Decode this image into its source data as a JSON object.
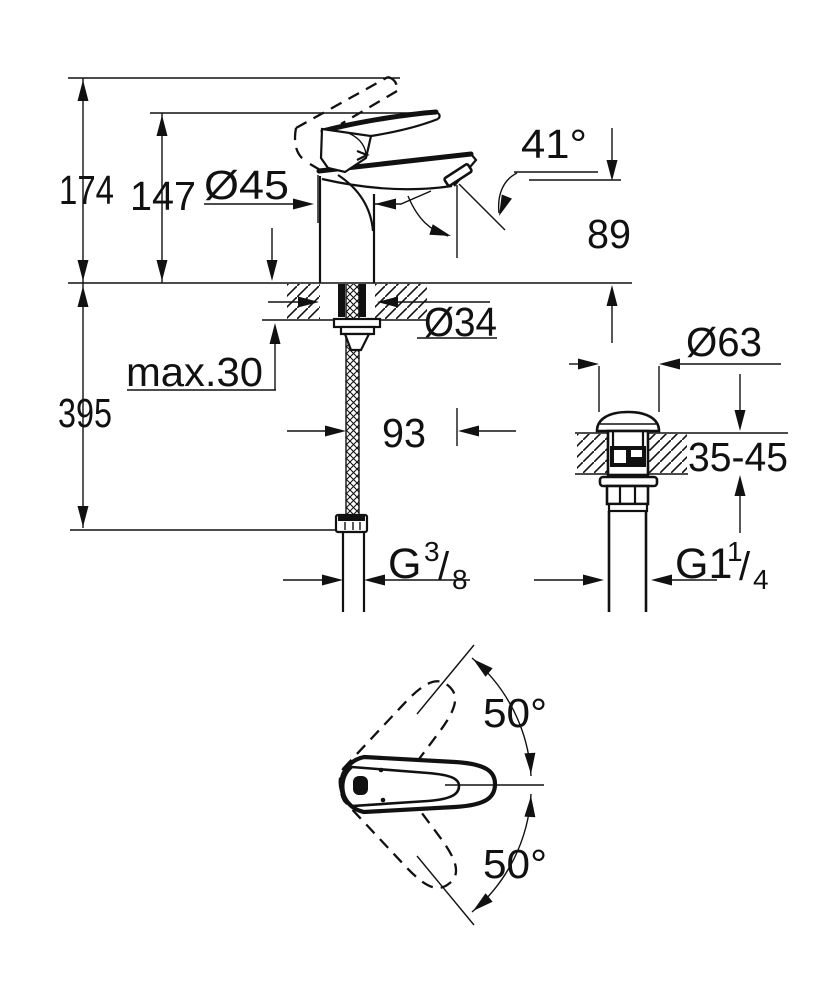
{
  "drawing": {
    "background_color": "#ffffff",
    "line_color": "#111111",
    "front_view": {
      "total_height": "174",
      "handle_tip_height": "147",
      "body_diameter": "Ø45",
      "spout_angle": "41°",
      "spout_outlet_height": "89",
      "mounting_hole_diameter": "Ø34",
      "max_mounting_thickness": "max.30",
      "supply_hose_length": "395",
      "spout_reach": "93",
      "supply_thread": {
        "prefix": "G",
        "numerator": "3",
        "slash": "/",
        "denominator": "8"
      }
    },
    "waste_view": {
      "flange_diameter": "Ø63",
      "deck_thickness_range": "35-45",
      "waste_thread": {
        "prefix": "G1",
        "numerator": "1",
        "slash": "/",
        "denominator": "4"
      }
    },
    "top_view": {
      "handle_swing_upper": "50°",
      "handle_swing_lower": "50°"
    }
  }
}
